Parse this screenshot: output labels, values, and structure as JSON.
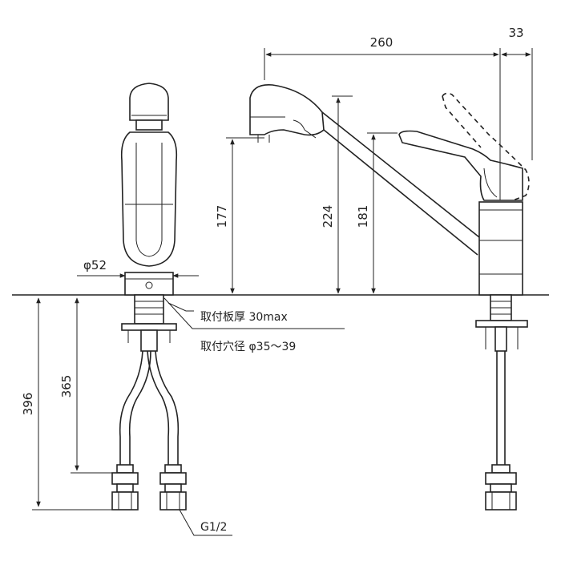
{
  "dimensions": {
    "width_260": "260",
    "width_33": "33",
    "height_177": "177",
    "height_224": "224",
    "height_181": "181",
    "height_396": "396",
    "height_365": "365",
    "diameter_52": "φ52"
  },
  "notes": {
    "plate_thickness": "取付板厚 30max",
    "hole_diameter": "取付穴径 φ35～39",
    "thread": "G1/2"
  }
}
